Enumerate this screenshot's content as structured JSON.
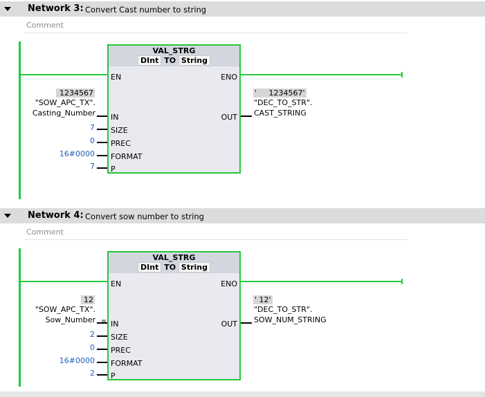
{
  "colors": {
    "energized_wire": "#22c93a",
    "header_bg": "#dcdcdc",
    "constant_blue": "#1f5fbf"
  },
  "networks": [
    {
      "title": "Network 3:",
      "description": "Convert Cast number to string",
      "comment_placeholder": "Comment",
      "block": {
        "name": "VAL_STRG",
        "type_from": "DInt",
        "type_to_label": "TO",
        "type_to": "String",
        "pins": {
          "en": "EN",
          "eno": "ENO",
          "in": "IN",
          "size": "SIZE",
          "prec": "PREC",
          "format": "FORMAT",
          "p": "P",
          "out": "OUT"
        }
      },
      "inputs": {
        "in_value": "1234567",
        "in_var1": "\"SOW_APC_TX\".",
        "in_var2": "Casting_Number",
        "size": "7",
        "prec": "0",
        "format": "16#0000",
        "p": "7"
      },
      "outputs": {
        "out_value": "'     1234567'",
        "out_var1": "\"DEC_TO_STR\".",
        "out_var2": "CAST_STRING"
      }
    },
    {
      "title": "Network 4:",
      "description": "Convert sow number to string",
      "comment_placeholder": "Comment",
      "block": {
        "name": "VAL_STRG",
        "type_from": "DInt",
        "type_to_label": "TO",
        "type_to": "String",
        "pins": {
          "en": "EN",
          "eno": "ENO",
          "in": "IN",
          "size": "SIZE",
          "prec": "PREC",
          "format": "FORMAT",
          "p": "P",
          "out": "OUT"
        }
      },
      "inputs": {
        "in_value": "12",
        "in_var1": "\"SOW_APC_TX\".",
        "in_var2": "Sow_Number",
        "size": "2",
        "prec": "0",
        "format": "16#0000",
        "p": "2"
      },
      "outputs": {
        "out_value": "' 12'",
        "out_var1": "\"DEC_TO_STR\".",
        "out_var2": "SOW_NUM_STRING"
      }
    }
  ]
}
